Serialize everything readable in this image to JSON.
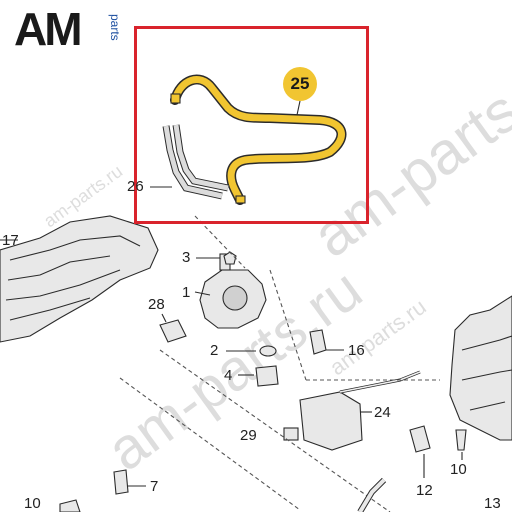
{
  "logo": {
    "main": "AM",
    "sub": "parts"
  },
  "watermark": {
    "text": "am-parts.ru"
  },
  "highlight_color": "#d9232c",
  "part_color": "#f1c531",
  "callouts": {
    "p1": "1",
    "p2": "2",
    "p3": "3",
    "p4": "4",
    "p7": "7",
    "p10a": "10",
    "p10b": "10",
    "p12": "12",
    "p13": "13",
    "p16": "16",
    "p17": "17",
    "p24": "24",
    "p25": "25",
    "p26": "26",
    "p28": "28",
    "p29": "29"
  }
}
